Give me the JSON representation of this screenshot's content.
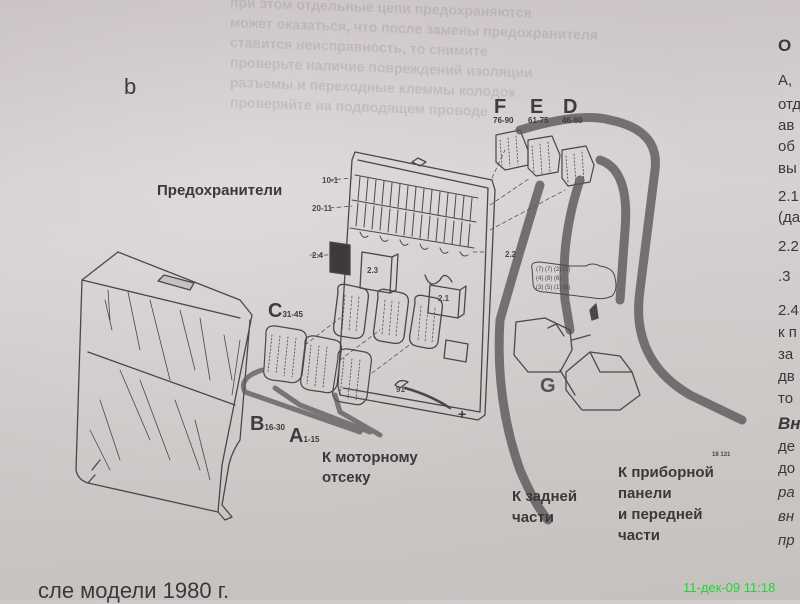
{
  "figure": {
    "panel_letter": "b",
    "fuses_label": "Предохранители",
    "fuse_row_labels": [
      "10-1",
      "20-11"
    ],
    "relay_labels": [
      "2.4",
      "2.3",
      "2.1",
      "2.2"
    ],
    "terminal_label": "91",
    "plus_sign": "+",
    "connectors": [
      {
        "letter": "F",
        "range": "76-90"
      },
      {
        "letter": "E",
        "range": "61-75"
      },
      {
        "letter": "D",
        "range": "46-60"
      },
      {
        "letter": "C",
        "range": "31-45"
      },
      {
        "letter": "B",
        "range": "16-30"
      },
      {
        "letter": "A",
        "range": "1-15"
      },
      {
        "letter": "G",
        "range": ""
      }
    ],
    "pin_numbers": [
      "(7)",
      "(7)",
      "(2)",
      "(1)",
      "(4)",
      "(8)",
      "(6)",
      "(3)",
      "(5)",
      "(1)",
      "(6)"
    ],
    "figure_code": "18 131",
    "destinations": {
      "engine": [
        "К моторному",
        "отсеку"
      ],
      "rear": [
        "К задней",
        "части"
      ],
      "dashboard": [
        "К приборной",
        "панели",
        "и передней",
        "части"
      ]
    }
  },
  "right_column": {
    "heading": "О",
    "lines": [
      "А,",
      "отд",
      "ав",
      "об",
      "вы",
      "2.1",
      "(да",
      "2.2",
      ".3",
      "2.4",
      "к п",
      "за",
      "дв",
      "то",
      "Вн",
      "де",
      "до",
      "ра",
      "вн",
      "пр"
    ]
  },
  "bottom_text": "сле модели 1980 г.",
  "bleed_through": [
    "при этом отдельные цепи предохраняются",
    "может оказаться, что после замены предохранителя",
    "ставится неисправность, то снимите",
    "проверьте наличие повреждений изоляции",
    "разъемы и переходные клеммы колодок",
    "проверяйте на подводящем проводе"
  ],
  "timestamp": "11-дек-09 11:18",
  "colors": {
    "ink": "#3c3a3c",
    "paper": "#d4cecf",
    "timestamp": "#27d23a"
  }
}
